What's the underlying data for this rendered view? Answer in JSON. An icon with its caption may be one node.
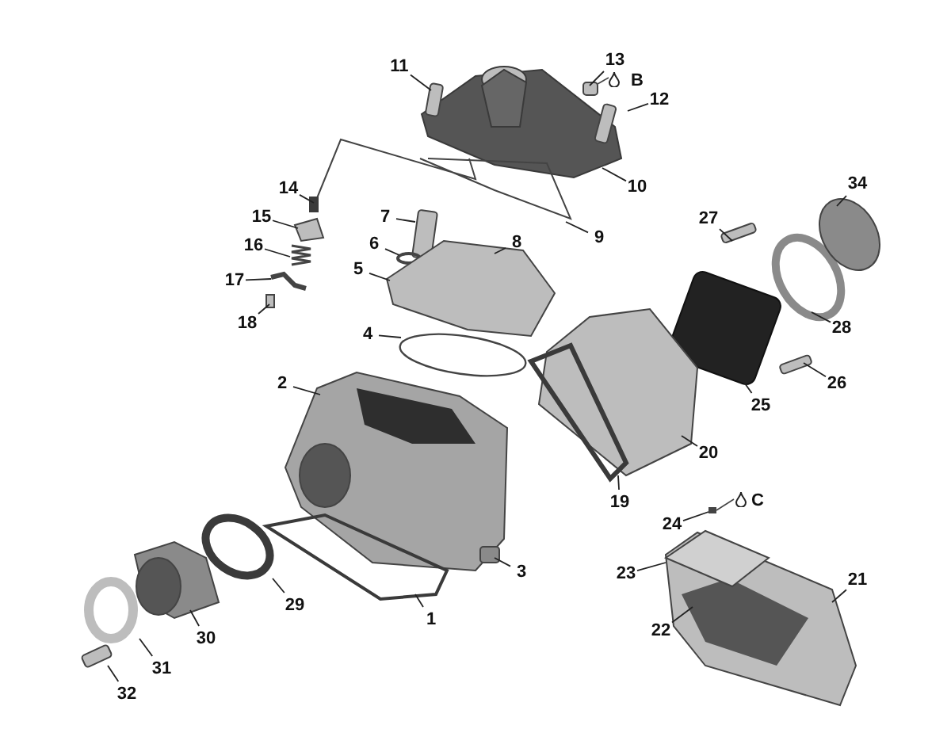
{
  "diagram": {
    "nodes": [
      {
        "text": [
          "13"
        ]
      },
      {
        "text": [
          "11"
        ]
      },
      {
        "text": [
          "12"
        ]
      },
      {
        "text": [
          "34"
        ]
      },
      {
        "text": [
          "10"
        ]
      },
      {
        "text": [
          "14"
        ]
      },
      {
        "text": [
          "15"
        ]
      },
      {
        "text": [
          "7"
        ]
      },
      {
        "text": [
          "27"
        ]
      },
      {
        "text": [
          "9"
        ]
      },
      {
        "text": [
          "6"
        ]
      },
      {
        "text": [
          "8"
        ]
      },
      {
        "text": [
          "16"
        ]
      },
      {
        "text": [
          "5"
        ]
      },
      {
        "text": [
          "17"
        ]
      },
      {
        "text": [
          "18"
        ]
      },
      {
        "text": [
          "28"
        ]
      },
      {
        "text": [
          "4"
        ]
      },
      {
        "text": [
          "26"
        ]
      },
      {
        "text": [
          "2"
        ]
      },
      {
        "text": [
          "25"
        ]
      },
      {
        "text": [
          "20"
        ]
      },
      {
        "text": [
          "19"
        ]
      },
      {
        "text": [
          "24"
        ]
      },
      {
        "text": [
          "3"
        ]
      },
      {
        "text": [
          "23"
        ]
      },
      {
        "text": [
          "21"
        ]
      },
      {
        "text": [
          "29"
        ]
      },
      {
        "text": [
          "1"
        ]
      },
      {
        "text": [
          "22"
        ]
      },
      {
        "text": [
          "30"
        ]
      },
      {
        "text": [
          "31"
        ]
      },
      {
        "text": [
          "32"
        ]
      }
    ],
    "edges": [
      {
        "from": 0,
        "to": null,
        "arrow": "none"
      },
      {
        "from": 1,
        "to": null,
        "arrow": "none"
      },
      {
        "from": 2,
        "to": null,
        "arrow": "none"
      },
      {
        "from": 3,
        "to": null,
        "arrow": "none"
      },
      {
        "from": 4,
        "to": null,
        "arrow": "none"
      },
      {
        "from": 5,
        "to": null,
        "arrow": "none"
      },
      {
        "from": 6,
        "to": null,
        "arrow": "none"
      },
      {
        "from": 7,
        "to": null,
        "arrow": "none"
      },
      {
        "from": 8,
        "to": null,
        "arrow": "none"
      },
      {
        "from": 9,
        "to": null,
        "arrow": "none"
      },
      {
        "from": 10,
        "to": null,
        "arrow": "none"
      },
      {
        "from": 11,
        "to": null,
        "arrow": "none"
      },
      {
        "from": 12,
        "to": null,
        "arrow": "none"
      },
      {
        "from": 13,
        "to": null,
        "arrow": "none"
      },
      {
        "from": 14,
        "to": null,
        "arrow": "none"
      },
      {
        "from": 15,
        "to": null,
        "arrow": "none"
      },
      {
        "from": 16,
        "to": null,
        "arrow": "none"
      },
      {
        "from": 17,
        "to": null,
        "arrow": "none"
      },
      {
        "from": 18,
        "to": null,
        "arrow": "none"
      },
      {
        "from": 19,
        "to": null,
        "arrow": "none"
      },
      {
        "from": 20,
        "to": null,
        "arrow": "none"
      },
      {
        "from": 21,
        "to": null,
        "arrow": "none"
      },
      {
        "from": 22,
        "to": null,
        "arrow": "none"
      },
      {
        "from": 23,
        "to": null,
        "arrow": "none"
      },
      {
        "from": 24,
        "to": null,
        "arrow": "none"
      },
      {
        "from": 25,
        "to": null,
        "arrow": "none"
      },
      {
        "from": 26,
        "to": null,
        "arrow": "none"
      },
      {
        "from": 27,
        "to": null,
        "arrow": "none"
      },
      {
        "from": 28,
        "to": null,
        "arrow": "none"
      },
      {
        "from": 29,
        "to": null,
        "arrow": "none"
      },
      {
        "from": 30,
        "to": null,
        "arrow": "none"
      },
      {
        "from": 31,
        "to": null,
        "arrow": "none"
      },
      {
        "from": 32,
        "to": null,
        "arrow": "none"
      }
    ],
    "labels": [
      "B",
      "C"
    ]
  }
}
